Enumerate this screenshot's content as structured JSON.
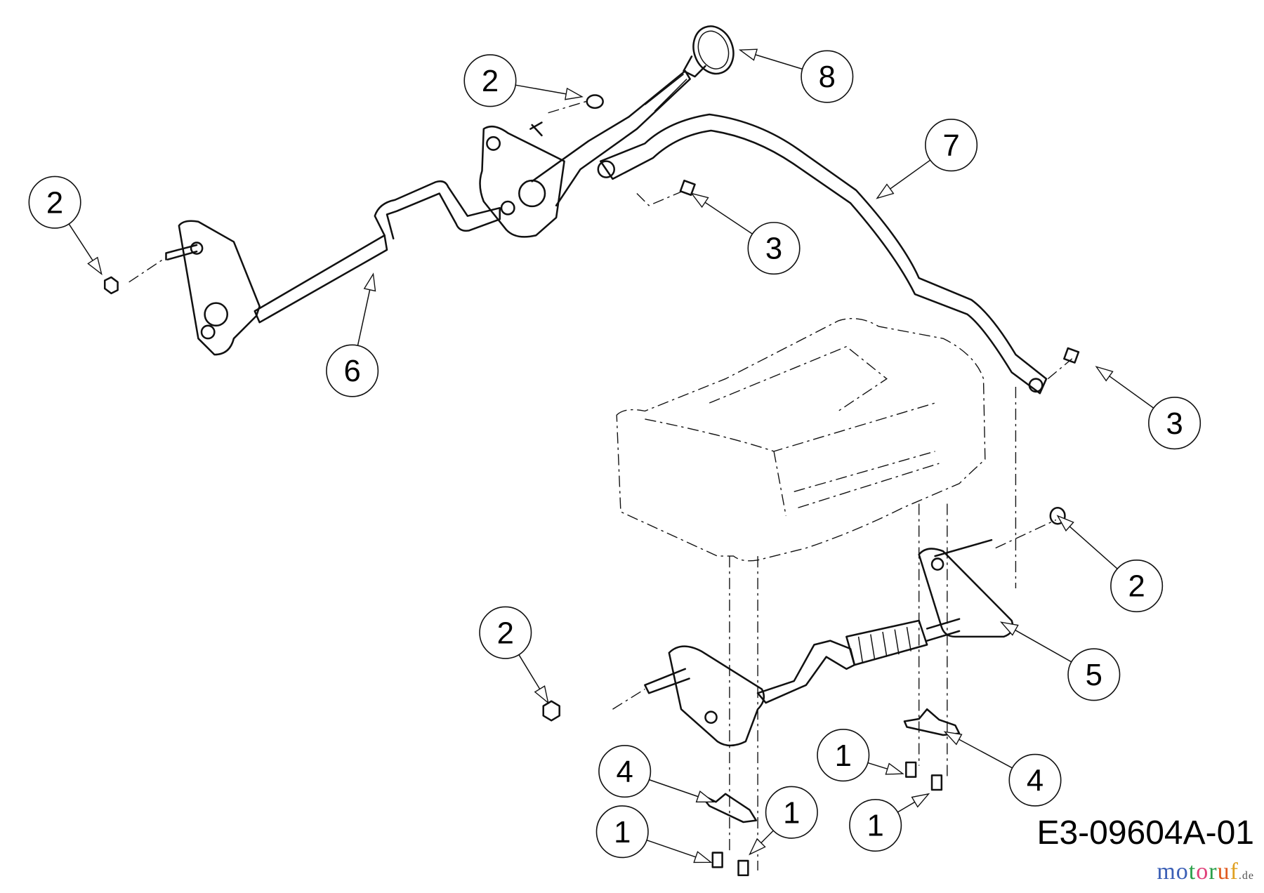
{
  "diagram": {
    "drawing_number": "E3-09604A-01",
    "watermark": "motoruf.de",
    "watermark_colors": [
      "#3b5fb6",
      "#3b5fb6",
      "#2aa04a",
      "#e0407a",
      "#2aa04a",
      "#e05a20",
      "#e0a020",
      "#e0c020"
    ],
    "callouts": [
      "2",
      "8",
      "7",
      "2",
      "3",
      "6",
      "3",
      "2",
      "2",
      "5",
      "4",
      "1",
      "4",
      "1",
      "1",
      "1"
    ]
  }
}
